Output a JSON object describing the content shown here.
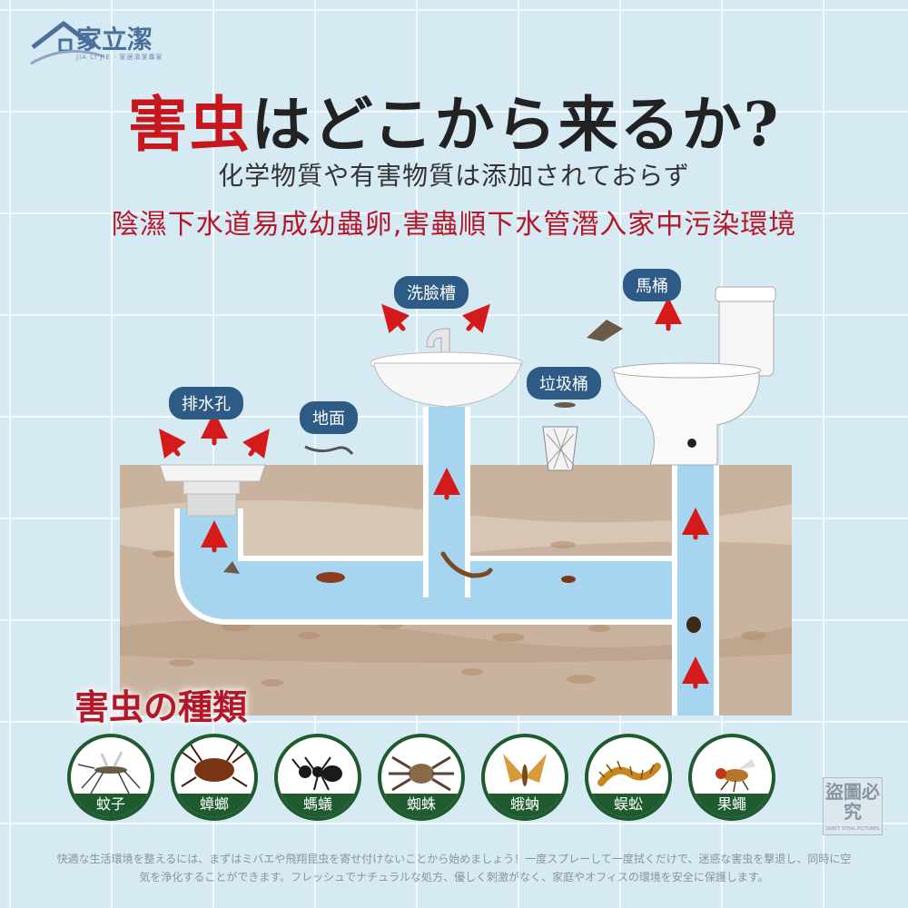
{
  "brand": {
    "name": "家立潔",
    "subtitle": "JIA LI JIE · 家居清潔專家",
    "color": "#4a6f9a"
  },
  "headline": {
    "red_part": "害虫",
    "rest": "はどこから来るか?"
  },
  "subtitle_line1": "化学物質や有害物質は添加されておらず",
  "subtitle_line2": "陰濕下水道易成幼蟲卵,害蟲順下水管潛入家中污染環境",
  "locations": {
    "drain": "排水孔",
    "floor": "地面",
    "sink": "洗臉槽",
    "trash": "垃圾桶",
    "toilet": "馬桶"
  },
  "pest_section_title": "害虫の種類",
  "pests": [
    {
      "label": "蚊子",
      "icon": "mosquito-icon"
    },
    {
      "label": "蟑螂",
      "icon": "cockroach-icon"
    },
    {
      "label": "螞蟻",
      "icon": "ant-icon"
    },
    {
      "label": "蜘蛛",
      "icon": "spider-icon"
    },
    {
      "label": "蛾蚋",
      "icon": "moth-icon"
    },
    {
      "label": "蜈蚣",
      "icon": "centipede-icon"
    },
    {
      "label": "果蠅",
      "icon": "fruit-fly-icon"
    }
  ],
  "stamp": {
    "text": "盜圖必究",
    "sub": "DON'T STEAL PICTURES"
  },
  "footer_text": "快適な生活環境を整えるには、まずはミバエや飛翔昆虫を寄せ付けないことから始めましょう！一度スプレーして一度拭くだけで、迷惑な害虫を撃退し、同時に空気を浄化することができます。フレッシュでナチュラルな処方、優しく刺激がなく、家庭やオフィスの環境を安全に保護します。",
  "colors": {
    "accent_red": "#c8161d",
    "tag_blue": "#2d5b85",
    "pest_green": "#1f5b2e",
    "pipe_blue": "#a7d4ef",
    "soil": "#c9b39e"
  }
}
